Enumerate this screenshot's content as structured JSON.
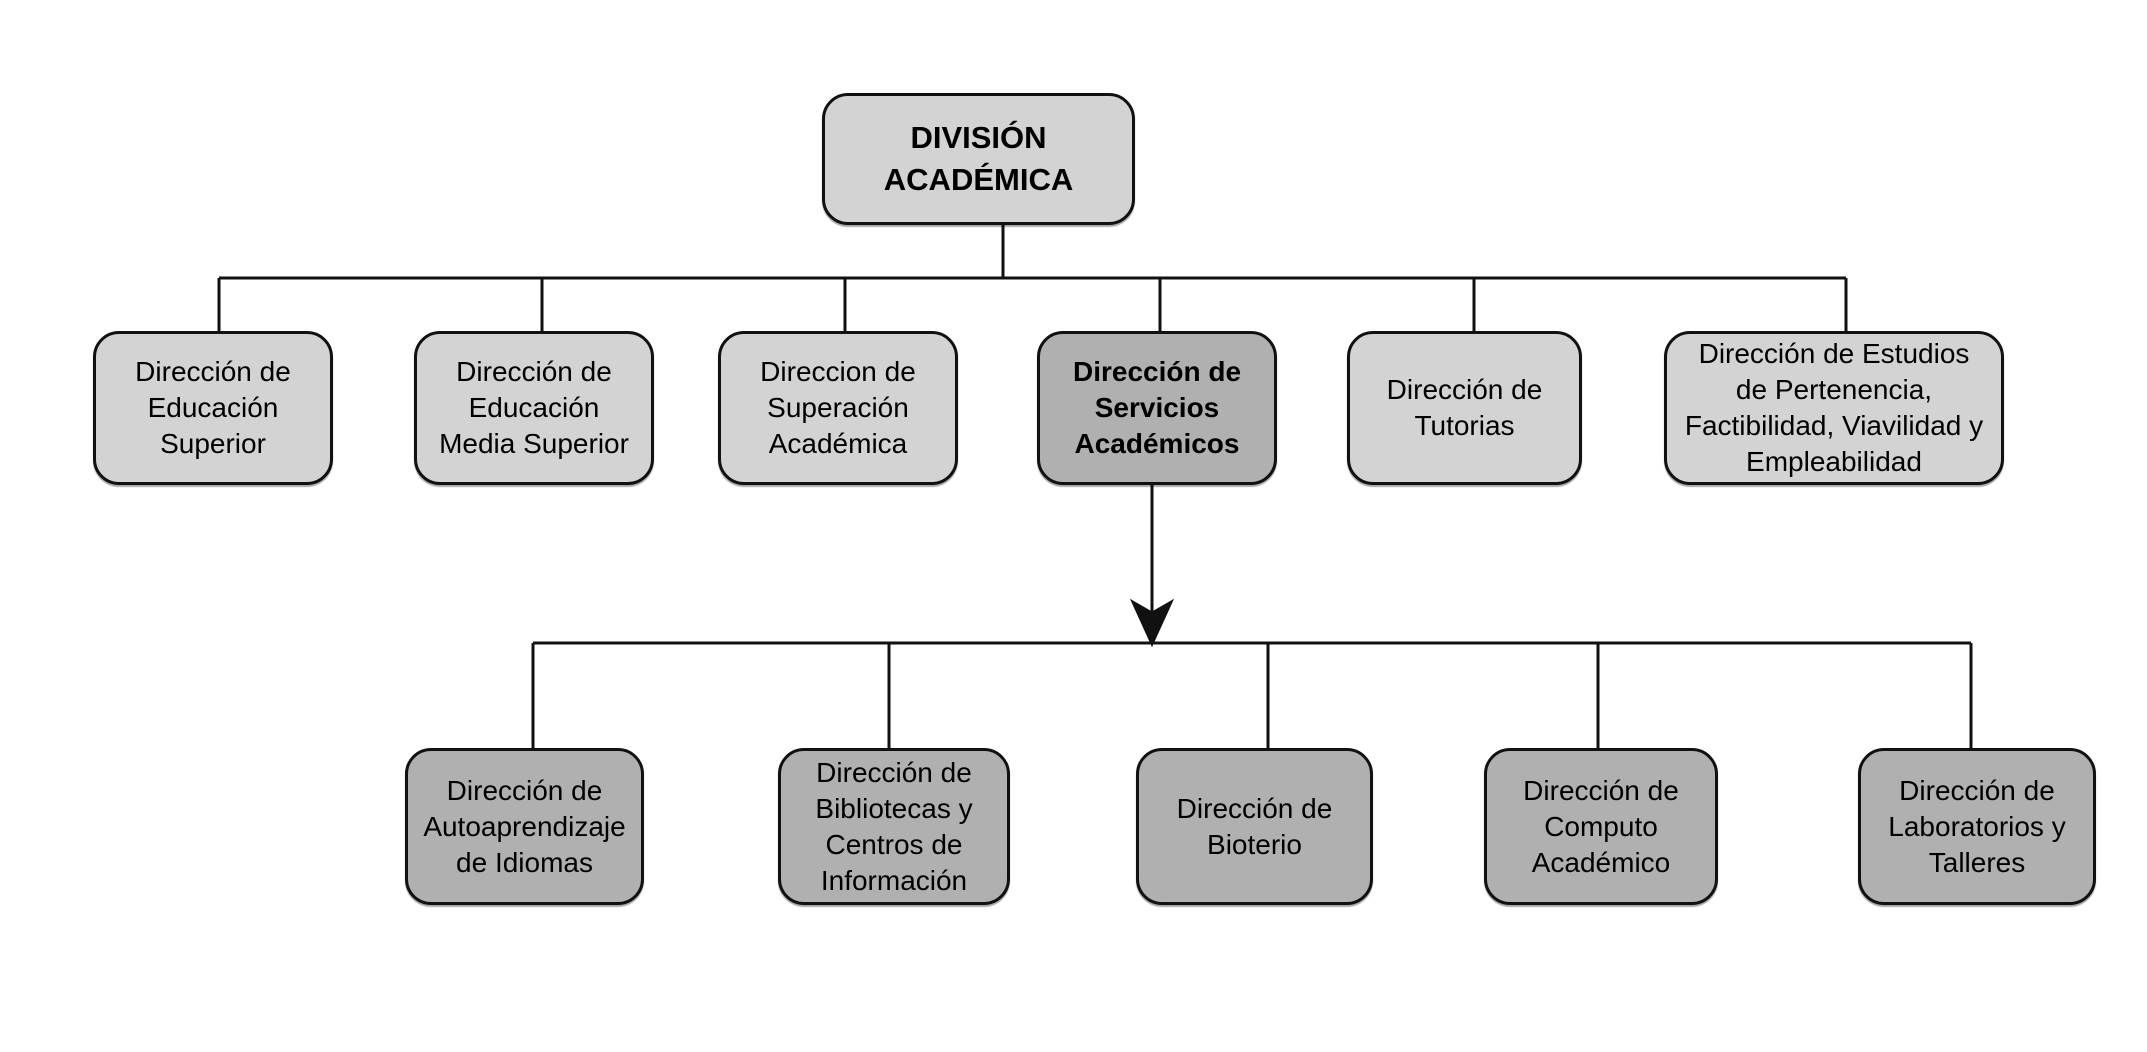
{
  "diagram": {
    "type": "org-chart",
    "root": {
      "label": "DIVISIÓN\nACADÉMICA"
    },
    "level2": [
      {
        "label": "Dirección de\nEducación\nSuperior",
        "emphasis": false
      },
      {
        "label": "Dirección de\nEducación\nMedia Superior",
        "emphasis": false
      },
      {
        "label": "Direccion de\nSuperación\nAcadémica",
        "emphasis": false
      },
      {
        "label": "Dirección de\nServicios\nAcadémicos",
        "emphasis": true
      },
      {
        "label": "Dirección de\nTutorias",
        "emphasis": false
      },
      {
        "label": "Dirección de Estudios\nde Pertenencia,\nFactibilidad, Viavilidad y\nEmpleabilidad",
        "emphasis": false
      }
    ],
    "level3": [
      {
        "label": "Dirección de\nAutoaprendizaje\nde Idiomas"
      },
      {
        "label": "Dirección de\nBibliotecas y\nCentros de\nInformación"
      },
      {
        "label": "Dirección de\nBioterio"
      },
      {
        "label": "Dirección de\nComputo\nAcadémico"
      },
      {
        "label": "Dirección de\nLaboratorios y\nTalleres"
      }
    ],
    "colors": {
      "box_light": "#d3d3d3",
      "box_dark": "#b0b0b0",
      "border": "#111111",
      "line": "#111111",
      "text": "#000000",
      "background": "#ffffff"
    }
  }
}
